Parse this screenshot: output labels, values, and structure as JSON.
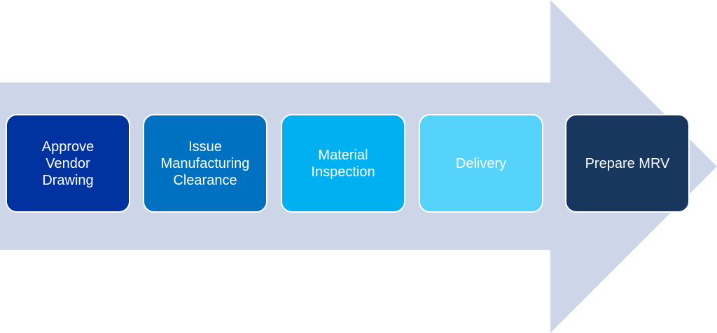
{
  "diagram": {
    "arrow_color": "#cdd5e8",
    "steps": [
      {
        "label": "Approve\nVendor\nDrawing",
        "color": "#0033a0"
      },
      {
        "label": "Issue\nManufacturing\nClearance",
        "color": "#0070c0"
      },
      {
        "label": "Material\nInspection",
        "color": "#00b0f0"
      },
      {
        "label": "Delivery",
        "color": "#55d3fb"
      },
      {
        "label": "Prepare MRV",
        "color": "#17375e"
      }
    ]
  }
}
